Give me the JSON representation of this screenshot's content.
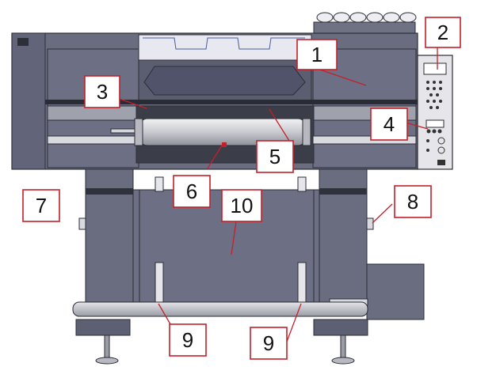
{
  "figure": {
    "callouts": [
      {
        "label": "1"
      },
      {
        "label": "2"
      },
      {
        "label": "3"
      },
      {
        "label": "4"
      },
      {
        "label": "5"
      },
      {
        "label": "6"
      },
      {
        "label": "7"
      },
      {
        "label": "8"
      },
      {
        "label": "9"
      },
      {
        "label": "9"
      },
      {
        "label": "10"
      }
    ],
    "colors": {
      "body": "#6a6d80",
      "body_dark": "#555868",
      "panel_light": "#e6e6ea",
      "metal": "#c8c9cf",
      "callout_border": "#c4202a",
      "leader": "#c4202a"
    }
  }
}
